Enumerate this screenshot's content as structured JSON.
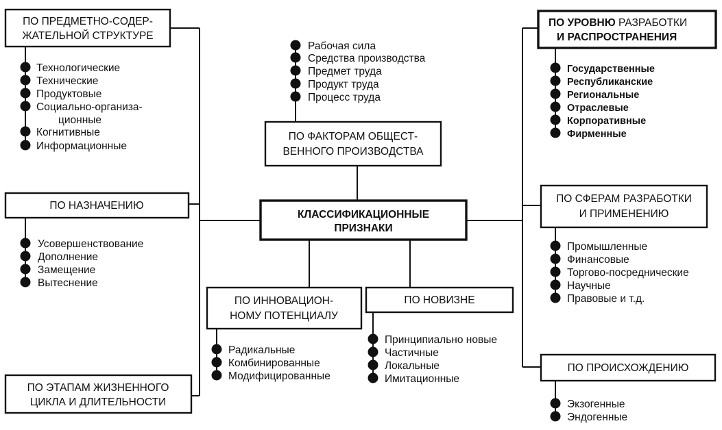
{
  "center": {
    "line1": "КЛАССИФИКАЦИОННЫЕ",
    "line2": "ПРИЗНАКИ"
  },
  "structure": {
    "line1": "ПО ПРЕДМЕТНО-СОДЕР-",
    "line2": "ЖАТЕЛЬНОЙ СТРУКТУРЕ",
    "items": [
      "Технологические",
      "Технические",
      "Продуктовые",
      "Социально-организа-",
      "Когнитивные",
      "Информационные"
    ],
    "item_cont": "ционные"
  },
  "purpose": {
    "title": "ПО НАЗНАЧЕНИЮ",
    "items": [
      "Усовершенствование",
      "Дополнение",
      "Замещение",
      "Вытеснение"
    ]
  },
  "lifecycle": {
    "line1": "ПО ЭТАПАМ ЖИЗНЕННОГО",
    "line2": "ЦИКЛА И ДЛИТЕЛЬНОСТИ"
  },
  "factors": {
    "line1": "ПО ФАКТОРАМ ОБЩЕСТ-",
    "line2": "ВЕННОГО ПРОИЗВОДСТВА",
    "items": [
      "Рабочая сила",
      "Средства производства",
      "Предмет труда",
      "Продукт труда",
      "Процесс труда"
    ]
  },
  "potential": {
    "line1": "ПО ИННОВАЦИОН-",
    "line2": "НОМУ ПОТЕНЦИАЛУ",
    "items": [
      "Радикальные",
      "Комбинированные",
      "Модифицированные"
    ]
  },
  "novelty": {
    "title": "ПО НОВИЗНЕ",
    "items": [
      "Принципиально новые",
      "Частичные",
      "Локальные",
      "Имитационные"
    ]
  },
  "level": {
    "line1_bold": "ПО УРОВНЮ",
    "line1_rest": " РАЗРАБОТКИ",
    "line2": "И РАСПРОСТРАНЕНИЯ",
    "items": [
      "Государственные",
      "Республиканские",
      "Региональные",
      "Отраслевые",
      "Корпоративные",
      "Фирменные"
    ]
  },
  "spheres": {
    "line1": "ПО СФЕРАМ РАЗРАБОТКИ",
    "line2": "И ПРИМЕНЕНИЮ",
    "items": [
      "Промышленные",
      "Финансовые",
      "Торгово-посреднические",
      "Научные",
      "Правовые и т.д."
    ]
  },
  "origin": {
    "title": "ПО ПРОИСХОЖДЕНИЮ",
    "items": [
      "Экзогенные",
      "Эндогенные"
    ]
  }
}
